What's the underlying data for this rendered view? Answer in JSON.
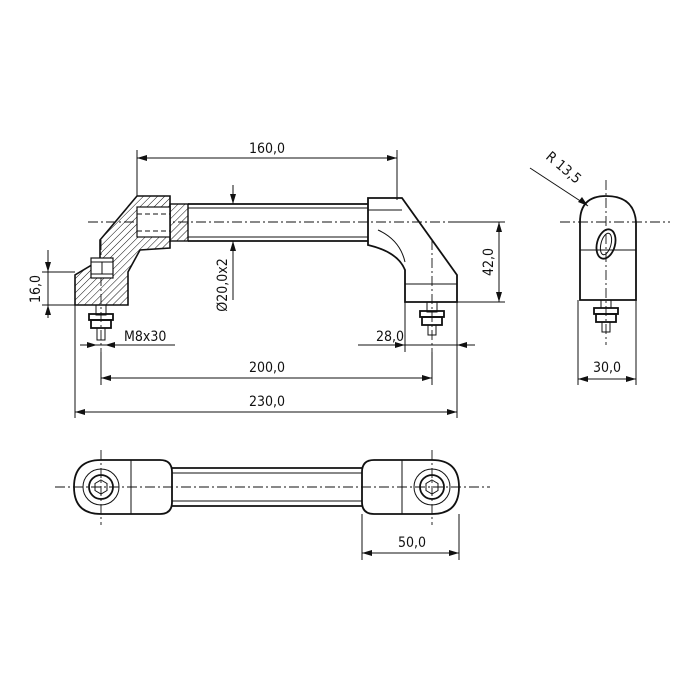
{
  "dimensions": {
    "length_160": "160,0",
    "height_16": "16,0",
    "thread": "M8x30",
    "tube": "Ø20,0x2",
    "width_28": "28,0",
    "height_42": "42,0",
    "length_200": "200,0",
    "length_230": "230,0",
    "radius": "R 13,5",
    "width_30": "30,0",
    "width_50": "50,0"
  },
  "views": [
    "front-view-with-section",
    "side-view",
    "top-view"
  ]
}
